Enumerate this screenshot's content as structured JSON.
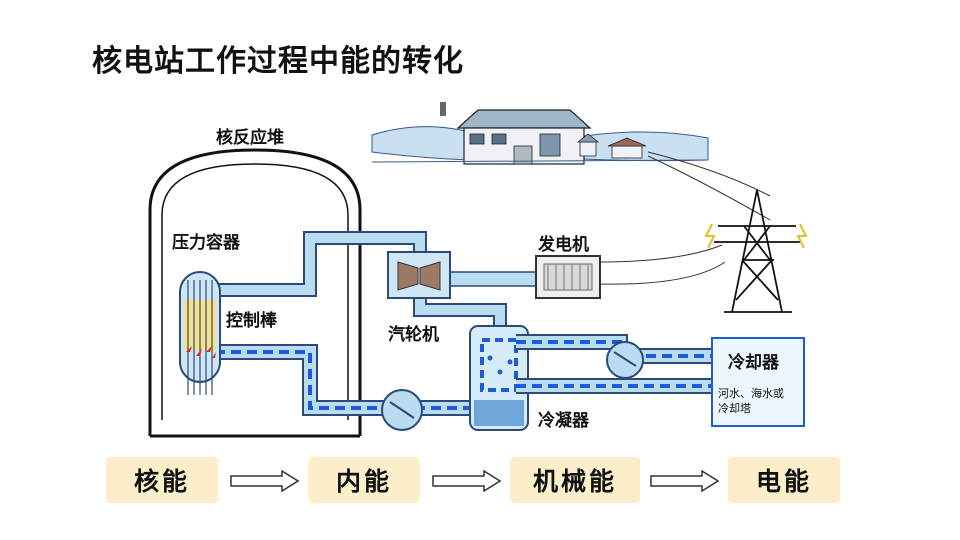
{
  "title": "核电站工作过程中能的转化",
  "labels": {
    "reactor": "核反应堆",
    "pressure_vessel": "压力容器",
    "control_rod": "控制棒",
    "turbine": "汽轮机",
    "generator": "发电机",
    "condenser": "冷凝器",
    "cooler": "冷却器",
    "cooler_note_1": "河水、海水或",
    "cooler_note_2": "冷却塔"
  },
  "steps": [
    "核能",
    "内能",
    "机械能",
    "电能"
  ],
  "colors": {
    "pipe": "#b9dcf1",
    "pipe_outline": "#2b4a7a",
    "water_dash": "#1f5bd6",
    "step_bg": "#fbeec9",
    "cooler_border": "#1f5bd6",
    "cooler_fill": "#eef6fd",
    "rod_fill": "#f6e08a",
    "heat": "#e0281e"
  }
}
